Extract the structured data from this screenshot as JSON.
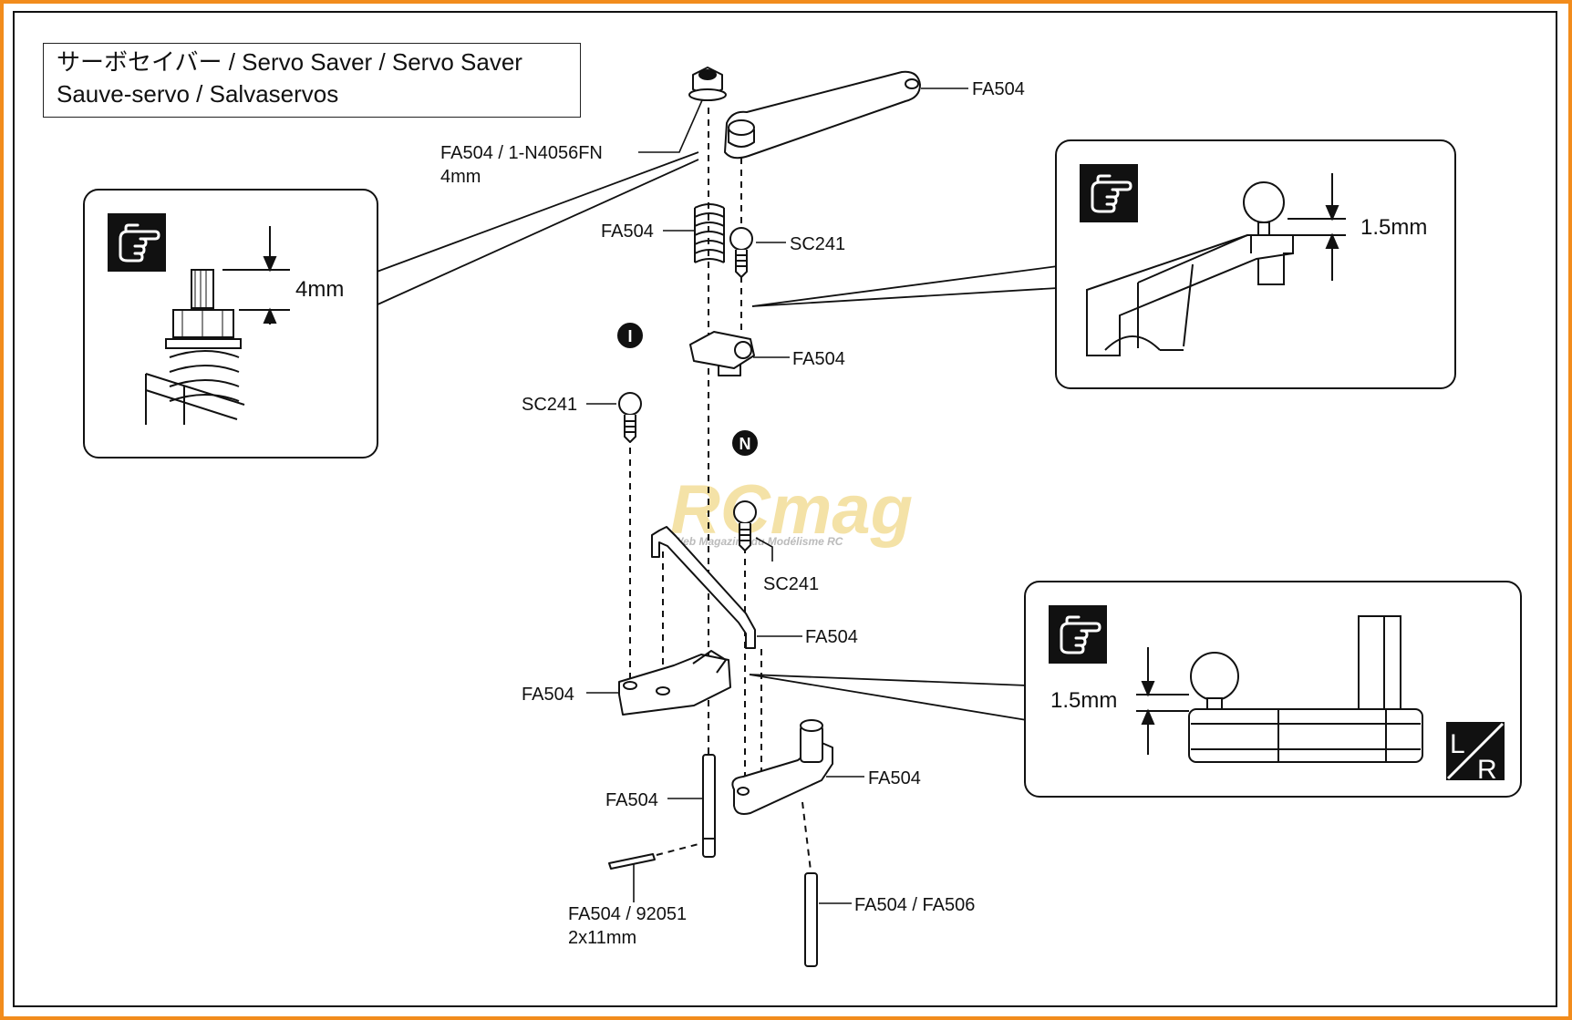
{
  "title": {
    "line1": "サーボセイバー / Servo Saver / Servo Saver",
    "line2": "Sauve-servo / Salvaservos"
  },
  "labels": {
    "fa504_arm": "FA504",
    "nut_code": "FA504 / 1-N4056FN",
    "nut_size": "4mm",
    "spring": "FA504",
    "screw_top": "SC241",
    "top_block": "FA504",
    "screw_left": "SC241",
    "screw_n": "SC241",
    "rod": "FA504",
    "base": "FA504",
    "shaft": "FA504",
    "lower_arm": "FA504",
    "pin_code": "FA504 / 92051",
    "pin_size": "2x11mm",
    "post": "FA504 / FA506"
  },
  "markers": {
    "left": "I",
    "right": "N"
  },
  "callouts": {
    "nut_gap": "4mm",
    "ball_top": "1.5mm",
    "ball_bottom": "1.5mm",
    "lr_left": "L",
    "lr_right": "R"
  },
  "watermark": {
    "brand": "RCmag",
    "tagline": "Web Magazine du Modélisme RC"
  },
  "icons": [
    "pointing-hand-icon",
    "pointing-hand-icon",
    "pointing-hand-icon",
    "left-right-icon"
  ],
  "colors": {
    "frame": "#f28c1c",
    "ink": "#111111",
    "watermark": "#f1d98a"
  }
}
